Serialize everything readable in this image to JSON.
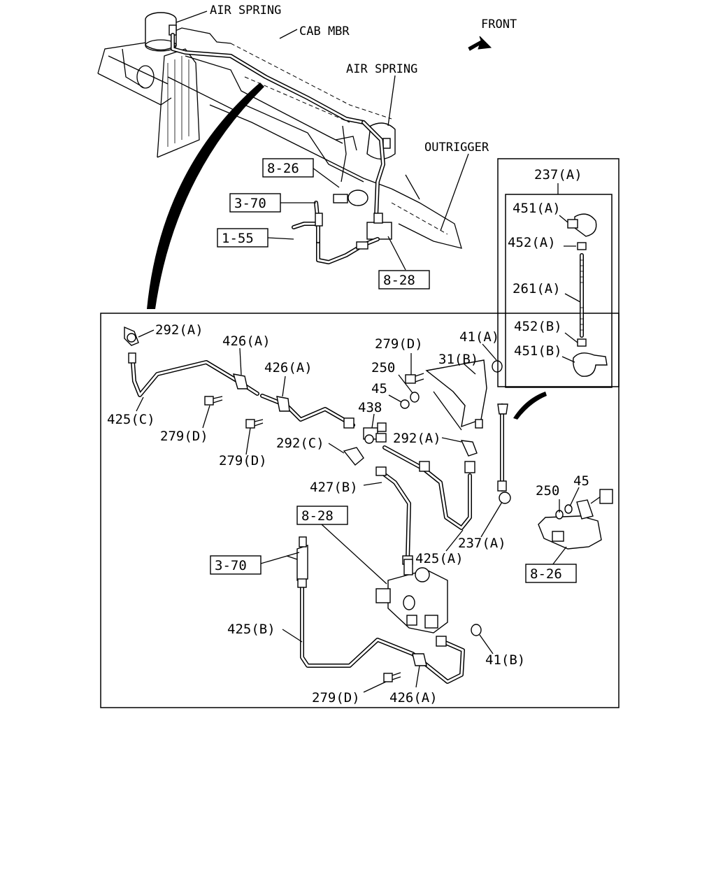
{
  "top_view": {
    "air_spring_left": "AIR SPRING",
    "cab_mbr": "CAB MBR",
    "front": "FRONT",
    "air_spring_right": "AIR SPRING",
    "outrigger": "OUTRIGGER",
    "ref_8_26": "8-26",
    "ref_3_70": "3-70",
    "ref_1_55": "1-55",
    "ref_8_28": "8-28"
  },
  "detail": {
    "p292A_top": "292(A)",
    "p426A_1": "426(A)",
    "p426A_2": "426(A)",
    "p279D_top": "279(D)",
    "p41A": "41(A)",
    "p31B": "31(B)",
    "p250_top": "250",
    "p45_top": "45",
    "p438": "438",
    "p425C": "425(C)",
    "p279D_1": "279(D)",
    "p279D_2": "279(D)",
    "p292C": "292(C)",
    "p292A_mid": "292(A)",
    "p427B": "427(B)",
    "ref_8_28": "8-28",
    "p250_right": "250",
    "p45_right": "45",
    "p237A": "237(A)",
    "p425A": "425(A)",
    "ref_3_70": "3-70",
    "ref_8_26": "8-26",
    "p425B": "425(B)",
    "p41B": "41(B)",
    "p279D_bottom": "279(D)",
    "p426A_bottom": "426(A)"
  },
  "inset": {
    "title": "237(A)",
    "p451A": "451(A)",
    "p452A": "452(A)",
    "p261A": "261(A)",
    "p452B": "452(B)",
    "p451B": "451(B)"
  }
}
